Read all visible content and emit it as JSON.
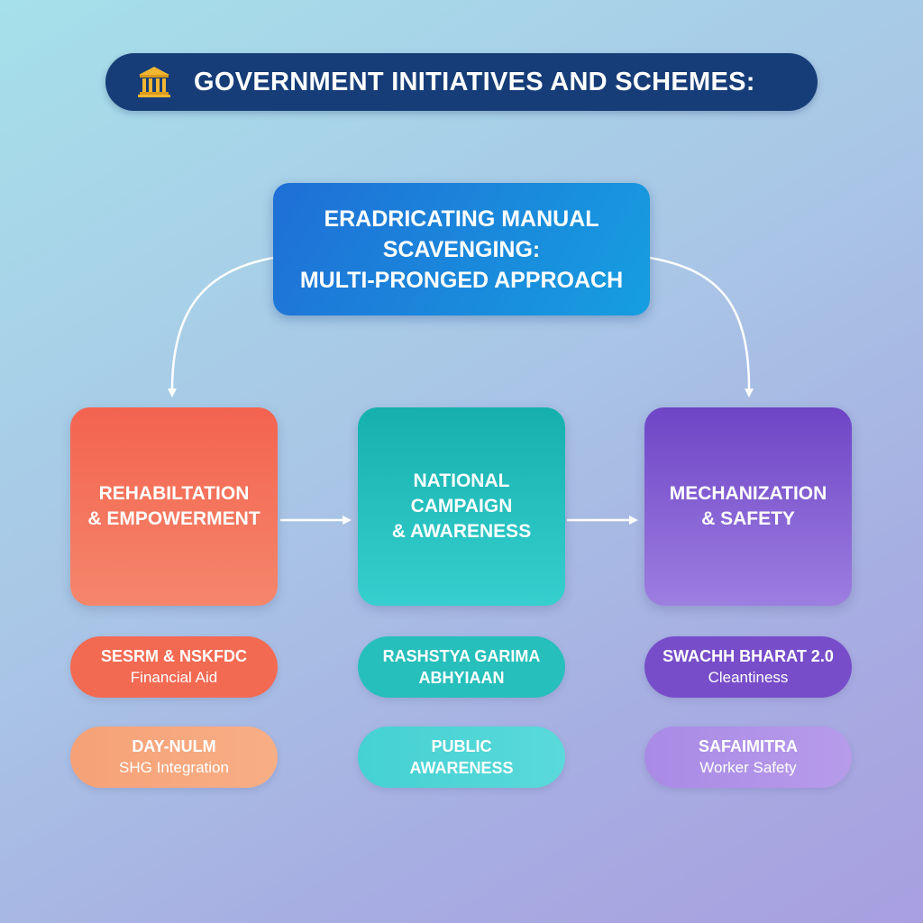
{
  "header": {
    "icon": "government-building-icon",
    "title": "GOVERNMENT INITIATIVES AND SCHEMES:"
  },
  "central": {
    "label": "ERADRICATING MANUAL\nSCAVENGING:\nMULTI-PRONGED APPROACH",
    "color": "#1f6fd6"
  },
  "pillars": [
    {
      "label": "REHABILTATION\n& EMPOWERMENT",
      "color": "#f3634f",
      "schemes": [
        {
          "line1": "SESRM & NSKFDC",
          "line2": "Financial Aid"
        },
        {
          "line1": "DAY-NULM",
          "line2": "SHG Integration"
        }
      ]
    },
    {
      "label": "NATIONAL\nCAMPAIGN\n& AWARENESS",
      "color": "#15b0ad",
      "schemes": [
        {
          "line1": "RASHSTYA GARIMA",
          "line2": "ABHYIAAN"
        },
        {
          "line1": "PUBLIC",
          "line2": "AWARENESS"
        }
      ]
    },
    {
      "label": "MECHANIZATION\n& SAFETY",
      "color": "#6e45c6",
      "schemes": [
        {
          "line1": "SWACHH BHARAT 2.0",
          "line2": "Cleantiness"
        },
        {
          "line1": "SAFAIMITRA",
          "line2": "Worker Safety"
        }
      ]
    }
  ]
}
